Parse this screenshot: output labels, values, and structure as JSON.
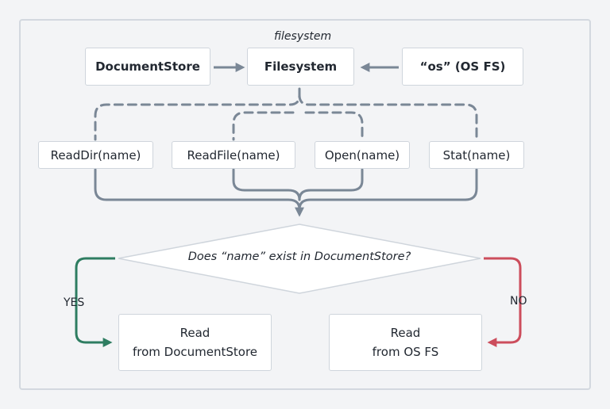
{
  "title": "filesystem",
  "top": {
    "left": "DocumentStore",
    "center": "Filesystem",
    "right": "“os” (OS FS)"
  },
  "methods": [
    "ReadDir(name)",
    "ReadFile(name)",
    "Open(name)",
    "Stat(name)"
  ],
  "decision": "Does “name” exist in DocumentStore?",
  "yes_label": "YES",
  "no_label": "NO",
  "read_store": {
    "line1": "Read",
    "line2": "from DocumentStore"
  },
  "read_os": {
    "line1": "Read",
    "line2": "from OS FS"
  },
  "colors": {
    "line": "#7a8796",
    "yes": "#2e7d61",
    "no": "#cc4d5c",
    "border": "#cfd5dc"
  }
}
